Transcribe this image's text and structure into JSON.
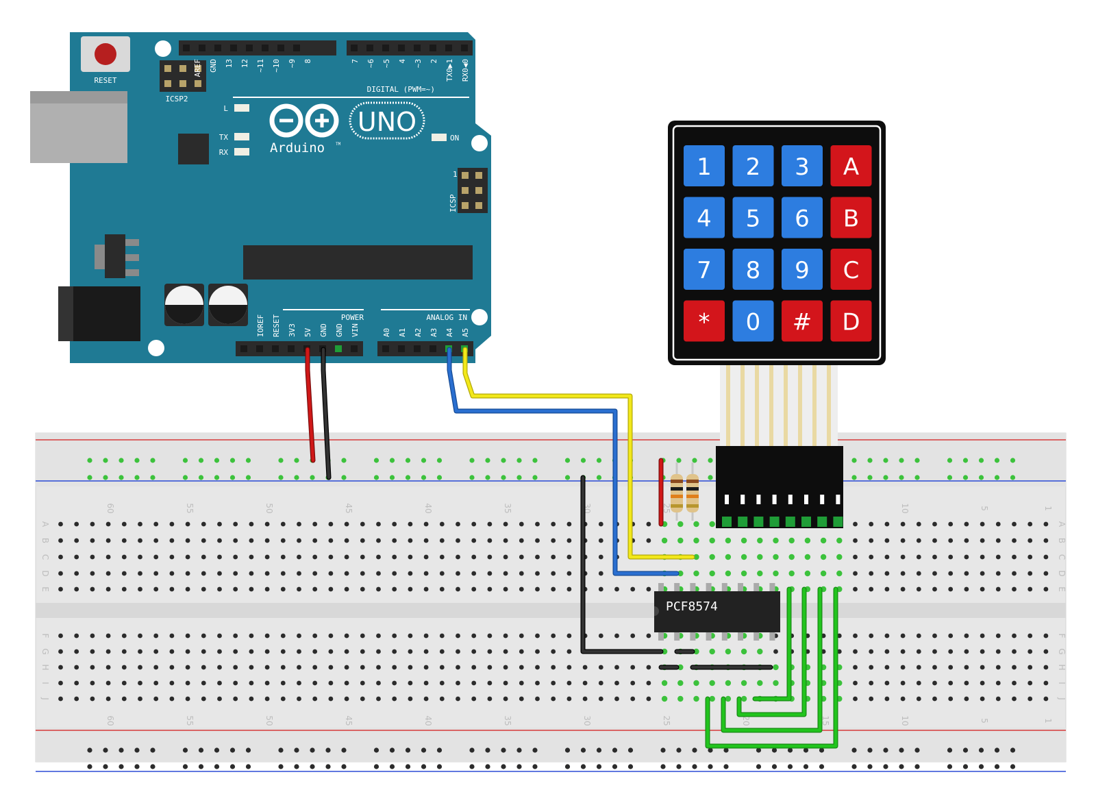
{
  "arduino": {
    "reset_label": "RESET",
    "icsp2_label": "ICSP2",
    "icsp_label": "ICSP",
    "icsp_pin1": "1",
    "l_label": "L",
    "tx_label": "TX",
    "rx_label": "RX",
    "on_label": "ON",
    "brand": "Arduino",
    "tm": "TM",
    "model": "UNO",
    "digital_label": "DIGITAL (PWM=~)",
    "power_label": "POWER",
    "analog_label": "ANALOG IN",
    "digital_pins_left": [
      "AREF",
      "GND",
      "13",
      "12",
      "~11",
      "~10",
      "~9",
      "8"
    ],
    "digital_pins_right": [
      "7",
      "~6",
      "~5",
      "4",
      "~3",
      "2",
      "TX0▶1",
      "RX0◀0"
    ],
    "power_pins": [
      "IOREF",
      "RESET",
      "3V3",
      "5V",
      "GND",
      "GND",
      "VIN"
    ],
    "analog_pins": [
      "A0",
      "A1",
      "A2",
      "A3",
      "A4",
      "A5"
    ]
  },
  "keypad": {
    "keys": [
      {
        "label": "1",
        "color": "#2d7de0"
      },
      {
        "label": "2",
        "color": "#2d7de0"
      },
      {
        "label": "3",
        "color": "#2d7de0"
      },
      {
        "label": "A",
        "color": "#d3151b"
      },
      {
        "label": "4",
        "color": "#2d7de0"
      },
      {
        "label": "5",
        "color": "#2d7de0"
      },
      {
        "label": "6",
        "color": "#2d7de0"
      },
      {
        "label": "B",
        "color": "#d3151b"
      },
      {
        "label": "7",
        "color": "#2d7de0"
      },
      {
        "label": "8",
        "color": "#2d7de0"
      },
      {
        "label": "9",
        "color": "#2d7de0"
      },
      {
        "label": "C",
        "color": "#d3151b"
      },
      {
        "label": "*",
        "color": "#d3151b"
      },
      {
        "label": "0",
        "color": "#2d7de0"
      },
      {
        "label": "#",
        "color": "#d3151b"
      },
      {
        "label": "D",
        "color": "#d3151b"
      }
    ]
  },
  "chip": {
    "label": "PCF8574"
  },
  "breadboard": {
    "column_numbers": [
      "60",
      "55",
      "50",
      "45",
      "40",
      "35",
      "30",
      "25",
      "20",
      "15",
      "10",
      "5",
      "1"
    ],
    "rows_top": [
      "A",
      "B",
      "C",
      "D",
      "E"
    ],
    "rows_bottom": [
      "F",
      "G",
      "H",
      "I",
      "J"
    ]
  },
  "colors": {
    "board": "#1f7a94",
    "wire_red": "#d01818",
    "wire_black": "#222222",
    "wire_blue": "#2a6fd0",
    "wire_yellow": "#f2e81a",
    "wire_green": "#22c41e"
  }
}
